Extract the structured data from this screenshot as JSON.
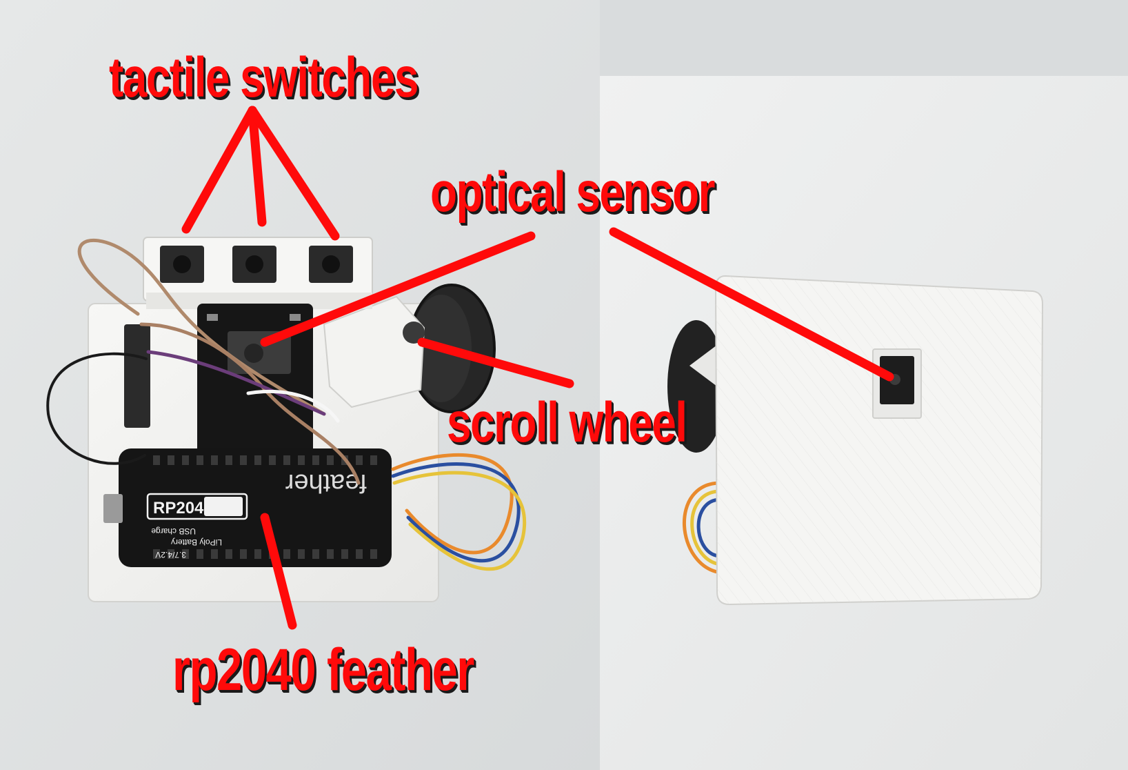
{
  "labels": {
    "tactile_switches": "tactile switches",
    "optical_sensor": "optical sensor",
    "scroll_wheel": "scroll wheel",
    "rp2040_feather": "rp2040 feather"
  },
  "board": {
    "chip_label": "RP2040",
    "brand": "feather",
    "battery_label": "LiPoly Battery",
    "voltage_label": "3.7/4.2V",
    "usb_label": "USB charge"
  },
  "colors": {
    "annotation_red": "#ff0a0a",
    "annotation_shadow": "#1a1a1a",
    "background": "#dfe2e3",
    "print_white": "#f4f4f2",
    "pcb_black": "#151515"
  }
}
